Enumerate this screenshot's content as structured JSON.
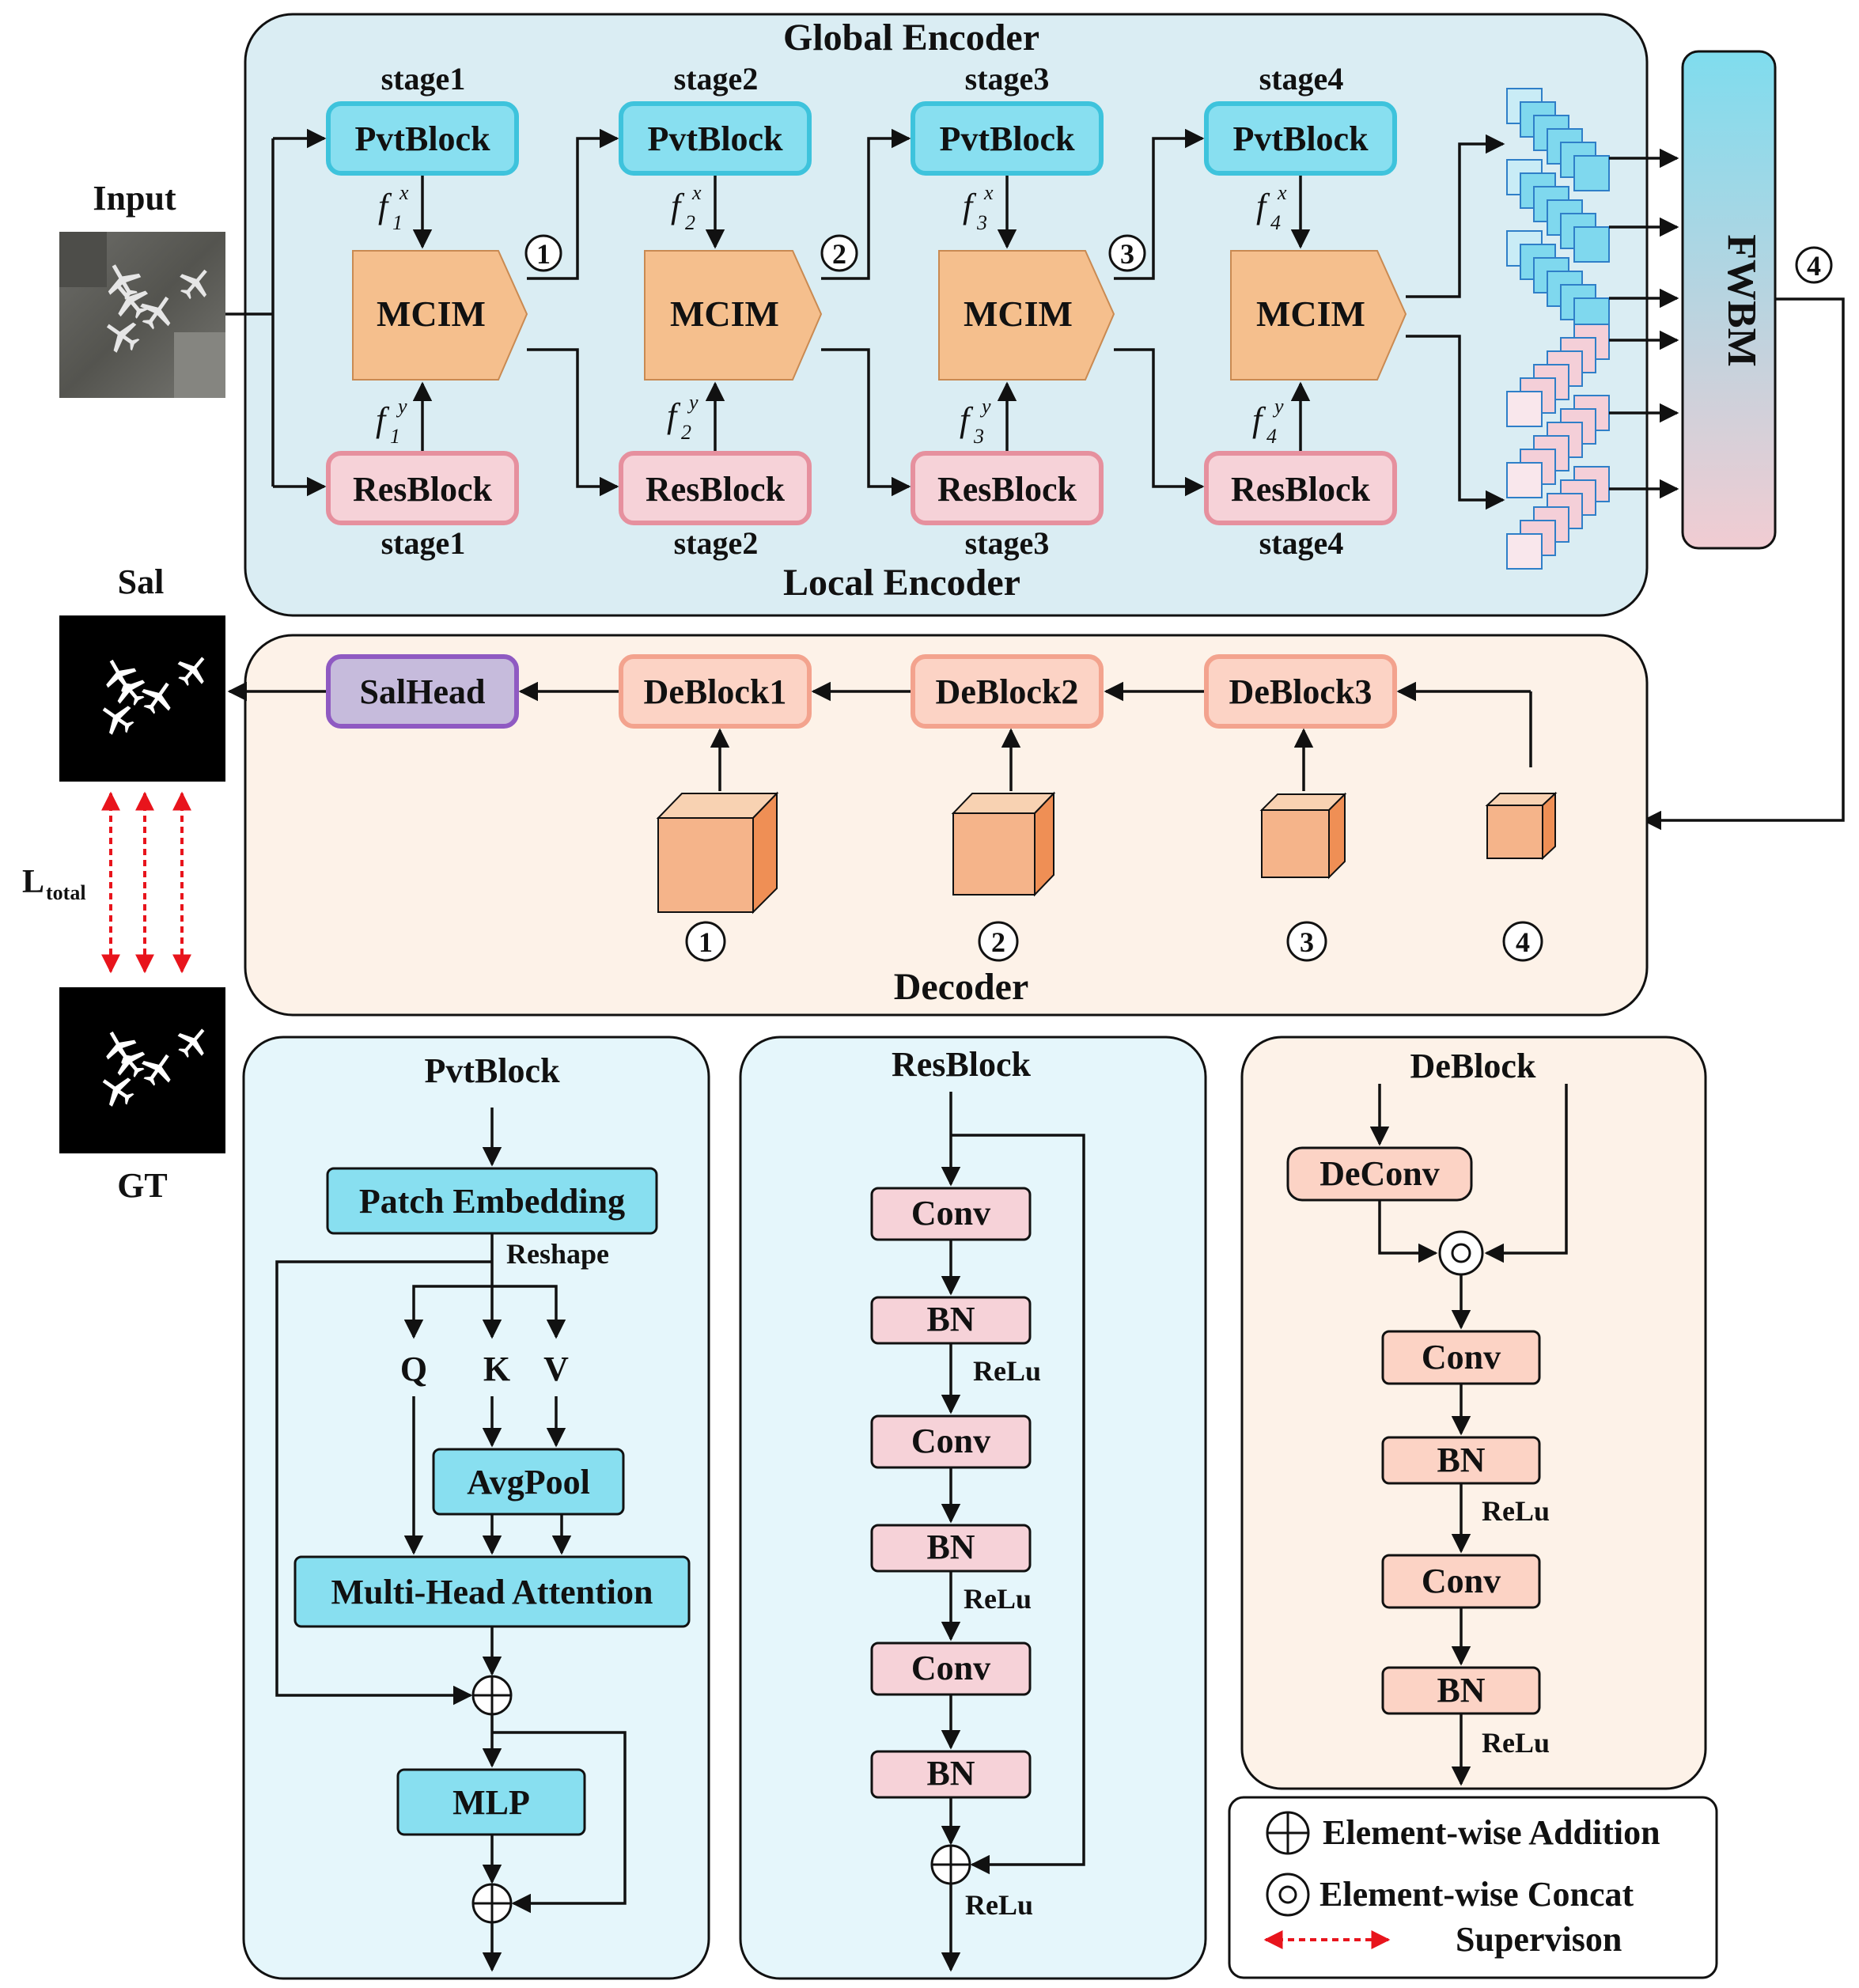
{
  "encoder": {
    "global_title": "Global Encoder",
    "local_title": "Local Encoder",
    "stage_labels": [
      "stage1",
      "stage2",
      "stage3",
      "stage4"
    ],
    "pvt_block": "PvtBlock",
    "res_block": "ResBlock",
    "mcim": "MCIM",
    "fx_base": "f",
    "fx_sup": "x",
    "fy_sup": "y",
    "sub_indices": [
      "1",
      "2",
      "3",
      "4"
    ],
    "circled_numbers": [
      "1",
      "2",
      "3",
      "4"
    ]
  },
  "input_label": "Input",
  "fwbm_label": "FWBM",
  "fwbm_out_marker": "4",
  "sal_label": "Sal",
  "gt_label": "GT",
  "loss_label_main": "L",
  "loss_label_sub": "total",
  "decoder": {
    "title": "Decoder",
    "salhead": "SalHead",
    "deblocks": [
      "DeBlock1",
      "DeBlock2",
      "DeBlock3"
    ],
    "cube_markers": [
      "1",
      "2",
      "3",
      "4"
    ]
  },
  "pvt_panel": {
    "title": "PvtBlock",
    "patch_embedding": "Patch Embedding",
    "reshape": "Reshape",
    "q": "Q",
    "k": "K",
    "v": "V",
    "avgpool": "AvgPool",
    "mha": "Multi-Head Attention",
    "mlp": "MLP"
  },
  "res_panel": {
    "title": "ResBlock",
    "conv": "Conv",
    "bn": "BN",
    "relu": "ReLu"
  },
  "deblock_panel": {
    "title": "DeBlock",
    "deconv": "DeConv",
    "conv": "Conv",
    "bn": "BN",
    "relu": "ReLu"
  },
  "legend": {
    "addition": "Element-wise Addition",
    "concat": "Element-wise Concat",
    "supervision": "Supervison"
  },
  "colors": {
    "encoder_bg": "#daedf3",
    "decoder_bg": "#fdf2e8",
    "pvt_fill": "#88dff0",
    "pvt_stroke": "#3ec3dc",
    "res_fill": "#f6d2d8",
    "res_stroke": "#e6909e",
    "mcim_fill": "#f5bf8d",
    "deblock_fill": "#fcd3c5",
    "deblock_stroke": "#f3a38e",
    "salhead_fill": "#c6bbdc",
    "salhead_stroke": "#8f5ac2",
    "supervision": "#e8141c"
  }
}
